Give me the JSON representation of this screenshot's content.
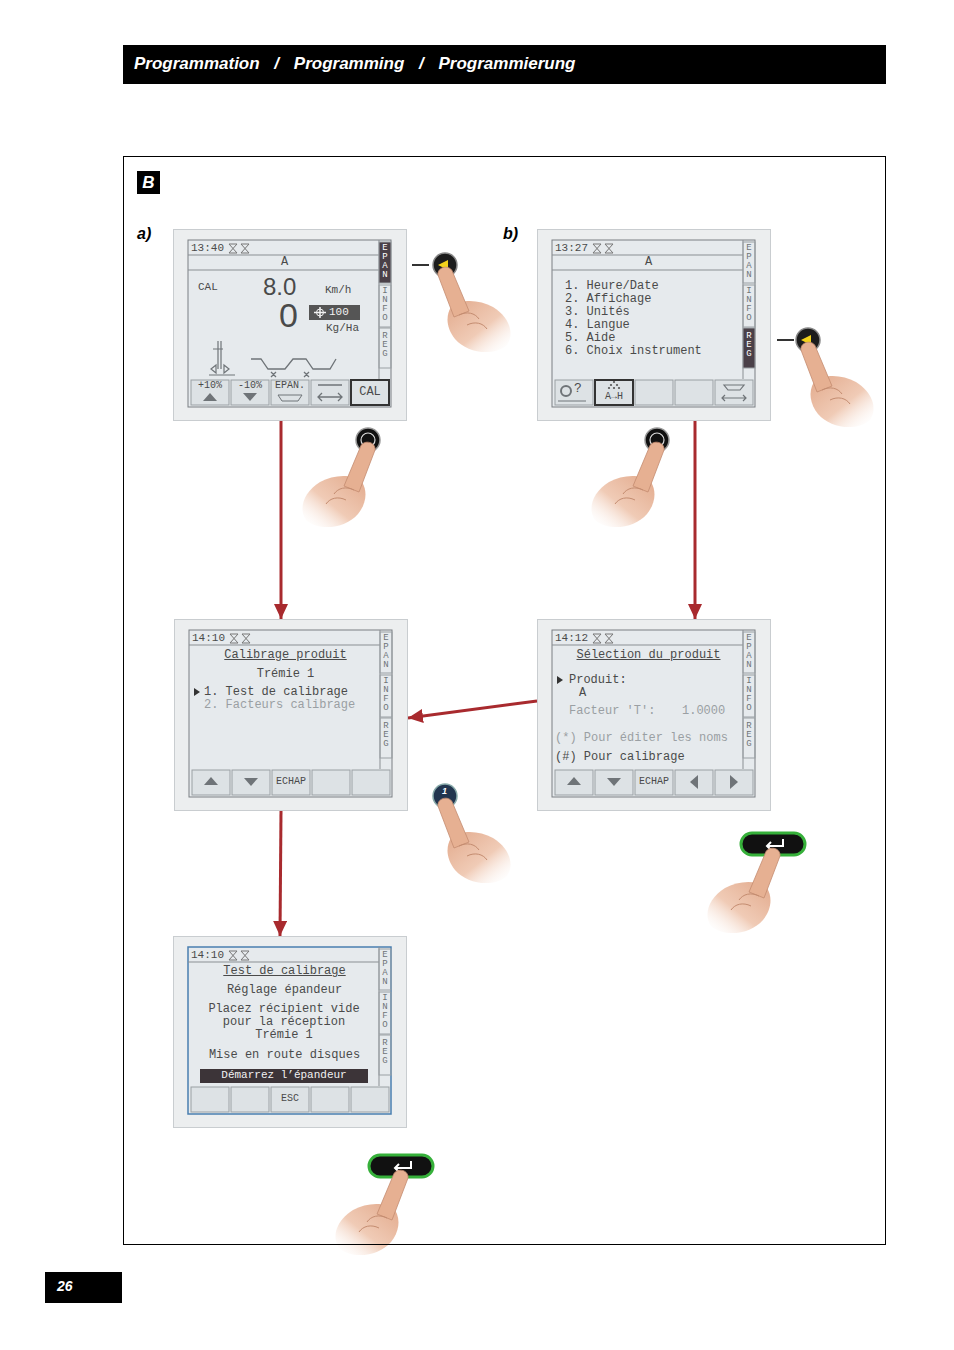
{
  "diagram": {
    "title": "Programmation / Programming / Programmierung",
    "nodes": [
      {
        "text": [
          "B"
        ]
      },
      {
        "text": [
          "13:40",
          "A",
          "CAL",
          "8.0",
          "Km/h",
          "0",
          "100",
          "Kg/Ha",
          "+10%",
          "-10%",
          "EPAN.",
          "CAL",
          "EPAN",
          "INFO",
          "REG"
        ],
        "in": 0
      },
      {
        "text": [
          "13:27",
          "A",
          "1. Heure/Date",
          "2. Affichage",
          "3. Unités",
          "4. Langue",
          "5. Aide",
          "6. Choix instrument",
          "?",
          "A→H",
          "EPAN",
          "INFO",
          "REG"
        ],
        "in": 0
      },
      {
        "text": [
          "14:10",
          "Calibrage produit",
          "Trémie 1",
          "1. Test de calibrage",
          "2. Facteurs calibrage",
          "ECHAP",
          "EPAN",
          "INFO",
          "REG"
        ],
        "in": 0
      },
      {
        "text": [
          "14:12",
          "Sélection du produit",
          "Produit:",
          "A",
          "Facteur 'T':",
          "1.0000",
          "(*) Pour éditer les noms",
          "(#) Pour calibrage",
          "ECHAP",
          "EPAN",
          "INFO",
          "REG"
        ],
        "in": 0
      },
      {
        "text": [
          "14:10",
          "Test de calibrage",
          "Réglage épandeur",
          "Placez récipient vide pour la réception Trémie 1",
          "Mise en route disques",
          "Démarrez l’épandeur",
          "ESC",
          "EPAN",
          "INFO",
          "REG"
        ],
        "in": 0
      }
    ],
    "edges": [
      {
        "from": 1,
        "to": 3,
        "arrow": "to"
      },
      {
        "from": 2,
        "to": 4,
        "arrow": "to"
      },
      {
        "from": 4,
        "to": 3,
        "arrow": "to"
      },
      {
        "from": 3,
        "to": 5,
        "arrow": "to"
      }
    ],
    "labels": [
      "a)",
      "b)",
      "1",
      "26"
    ]
  }
}
